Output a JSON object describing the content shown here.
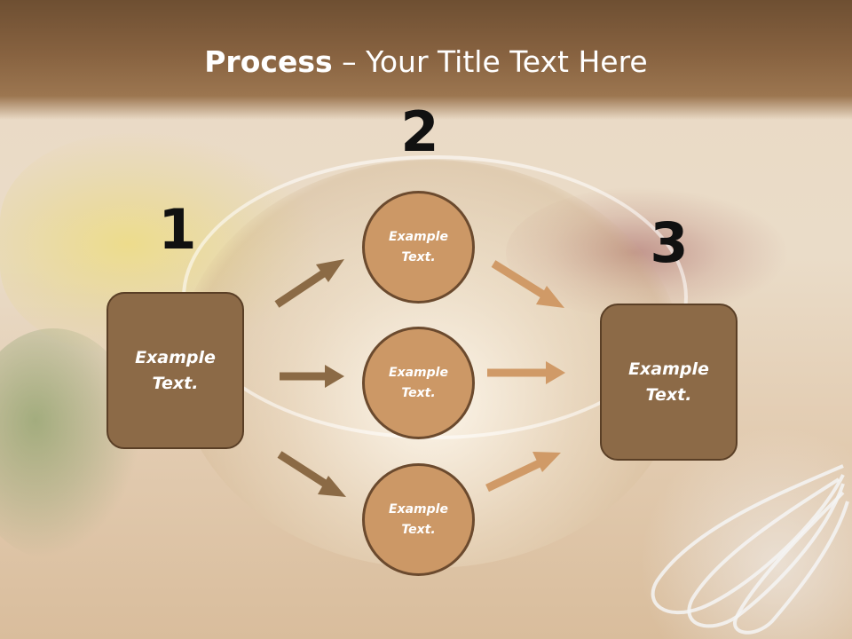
{
  "title": {
    "bold": "Process",
    "rest": " – Your Title Text Here"
  },
  "numbers": {
    "n1": "1",
    "n2": "2",
    "n3": "3"
  },
  "left_box": {
    "line1": "Example",
    "line2": "Text."
  },
  "right_box": {
    "line1": "Example",
    "line2": "Text."
  },
  "circles": [
    {
      "line1": "Example",
      "line2": "Text."
    },
    {
      "line1": "Example",
      "line2": "Text."
    },
    {
      "line1": "Example",
      "line2": "Text."
    }
  ],
  "colors": {
    "box_fill": "#8c6a47",
    "circle_fill": "#cc9866",
    "arrow_dark": "#8b6a45",
    "arrow_light": "#d09a67",
    "title_band": "#7a5838"
  }
}
